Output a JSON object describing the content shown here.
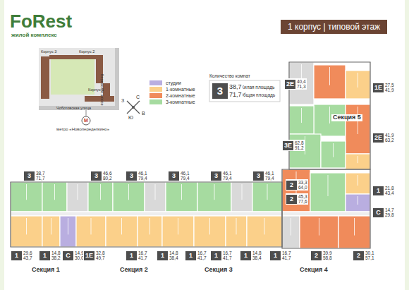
{
  "diagram": {
    "title": "1 корпус | типовой этаж",
    "nodes": [
      {
        "text": [
          "3",
          "38,7",
          "71,7"
        ]
      },
      {
        "text": [
          "3",
          "38,7",
          "71,7"
        ]
      },
      {
        "text": [
          "3",
          "46,6",
          "80,2"
        ]
      },
      {
        "text": [
          "3",
          "46,1",
          "79,4"
        ]
      },
      {
        "text": [
          "3",
          "46,1",
          "79,4"
        ]
      },
      {
        "text": [
          "3",
          "46,1",
          "79,4"
        ]
      },
      {
        "text": [
          "3",
          "46,1",
          "79,4"
        ]
      },
      {
        "text": [
          "2",
          "33,3",
          "64,0"
        ]
      },
      {
        "text": [
          "2",
          "45,3",
          "77,6"
        ]
      },
      {
        "text": [
          "2E",
          "40,4",
          "71,3"
        ]
      },
      {
        "text": [
          "1E",
          "27,5",
          "41,9"
        ]
      },
      {
        "text": [
          "3E",
          "62,8",
          "91,2"
        ]
      },
      {
        "text": [
          "2E",
          "41,9",
          "63,2"
        ]
      },
      {
        "text": [
          "1",
          "21,8",
          "43,4"
        ]
      },
      {
        "text": [
          "C",
          "14,7",
          "29,8"
        ]
      },
      {
        "text": [
          "1",
          "29,6",
          "43,7"
        ]
      },
      {
        "text": [
          "1",
          "14,8",
          "38,2"
        ]
      },
      {
        "text": [
          "C",
          "14,9",
          "30,0"
        ]
      },
      {
        "text": [
          "1E",
          "32,8",
          "49,7"
        ]
      },
      {
        "text": [
          "1",
          "16,7",
          "41,7"
        ]
      },
      {
        "text": [
          "1",
          "14,8",
          "38,4"
        ]
      },
      {
        "text": [
          "1",
          "16,7",
          "41,7"
        ]
      },
      {
        "text": [
          "1",
          "16,7",
          "41,7"
        ]
      },
      {
        "text": [
          "1",
          "14,8",
          "38,4"
        ]
      },
      {
        "text": [
          "1",
          "16,7",
          "41,7"
        ]
      },
      {
        "text": [
          "2",
          "39,9",
          "58,8"
        ]
      },
      {
        "text": [
          "2",
          "30,1",
          "57,1"
        ]
      }
    ],
    "labels": [
      "FoRest",
      "жилой комплекс",
      "Корпус 3",
      "Корпус 2",
      "Корпус 1",
      "Боровское шоссе",
      "Чоботовская улица",
      "М",
      "метро «Новопеределкино»",
      "С",
      "В",
      "Ю",
      "З",
      "Количество комнат",
      "Жилая площадь",
      "Общая площадь",
      "Секция 1",
      "Секция 2",
      "Секция 3",
      "Секция 4",
      "Секция 5"
    ],
    "legend": [
      {
        "text": "студии",
        "color": "#b9aee0"
      },
      {
        "text": "1-комнатные",
        "color": "#fbd08a"
      },
      {
        "text": "2-комнатные",
        "color": "#f08b5b"
      },
      {
        "text": "3-комнатные",
        "color": "#a6dba0"
      }
    ]
  }
}
